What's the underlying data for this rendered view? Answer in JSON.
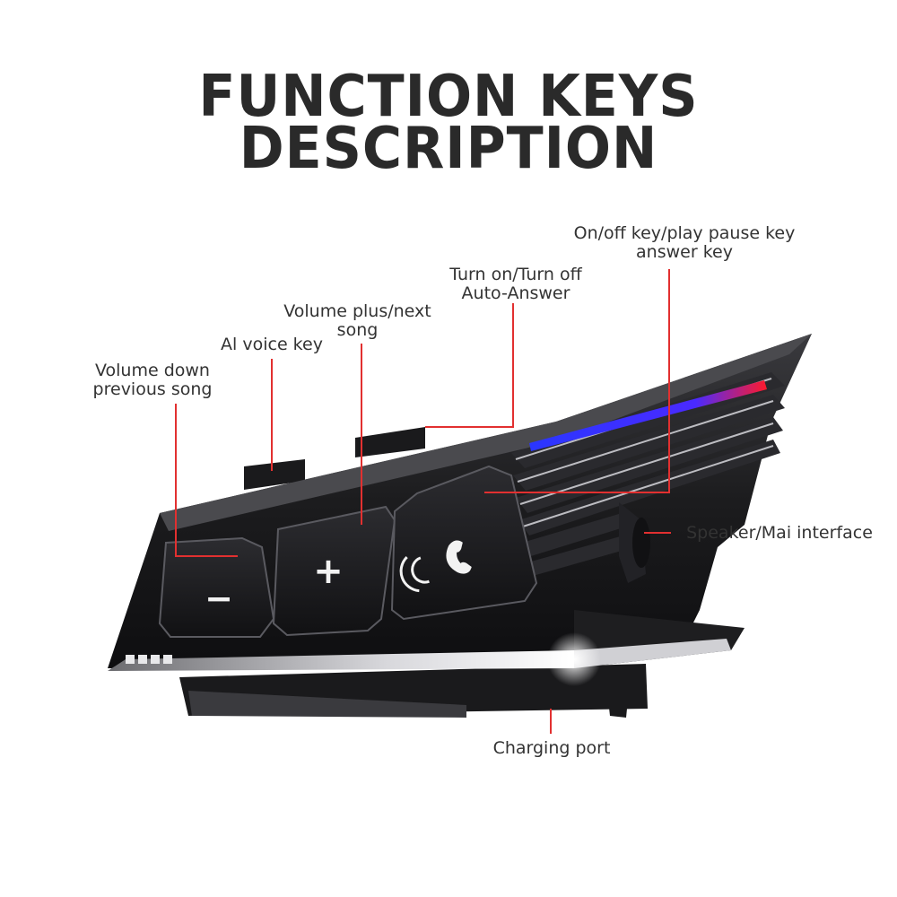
{
  "title": {
    "line1": "FUNCTION KEYS",
    "line2": "DESCRIPTION"
  },
  "labels": {
    "volume_down": [
      "Volume down",
      "previous song"
    ],
    "ai_voice": [
      "Al voice key"
    ],
    "volume_plus": [
      "Volume plus/next",
      "song"
    ],
    "auto_answer": [
      "Turn on/Turn off",
      "Auto-Answer"
    ],
    "onoff": [
      "On/off key/play pause key",
      "answer key"
    ],
    "speaker": [
      "Speaker/Mai interface"
    ],
    "charging": [
      "Charging port"
    ]
  },
  "buttons": {
    "minus_symbol": "−",
    "plus_symbol": "+"
  },
  "colors": {
    "leader_line": "#e23030",
    "device_body": "#1c1c1e",
    "accent_blue": "#2a36ff",
    "accent_red": "#ff1a2a",
    "title": "#2a2a2a"
  }
}
